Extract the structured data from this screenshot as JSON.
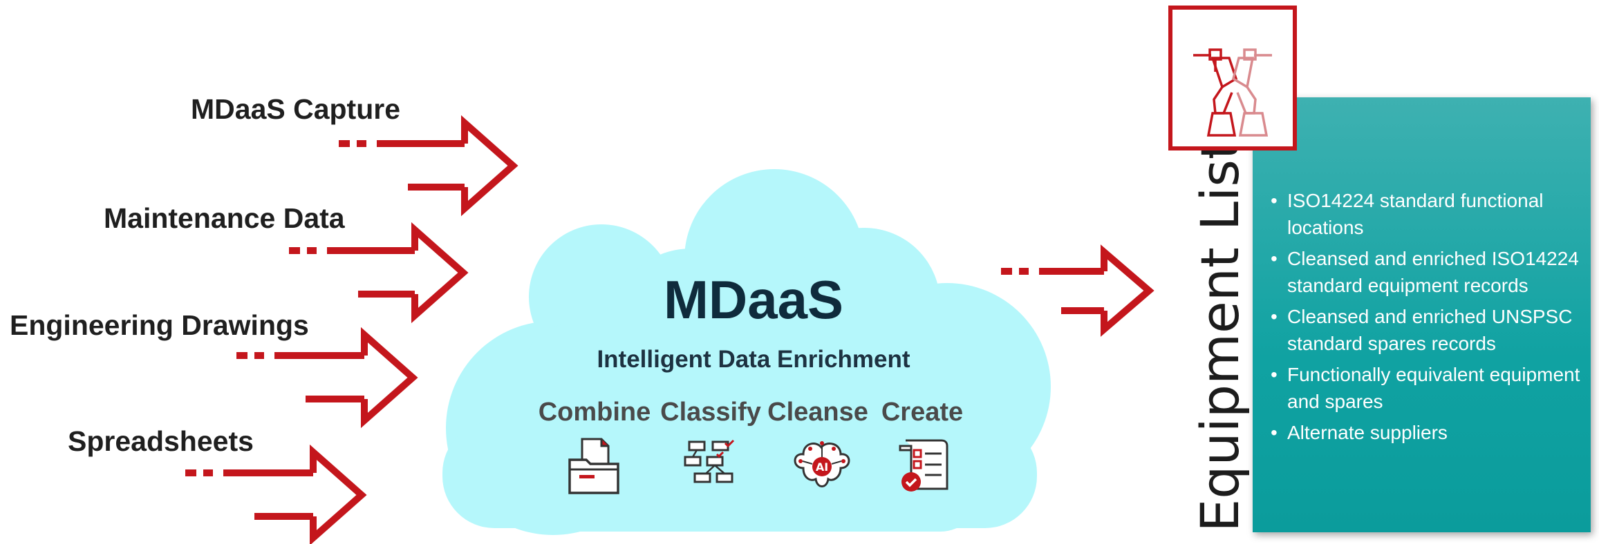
{
  "sources": [
    {
      "label": "MDaaS Capture"
    },
    {
      "label": "Maintenance Data"
    },
    {
      "label": "Engineering Drawings"
    },
    {
      "label": "Spreadsheets"
    }
  ],
  "cloud": {
    "title": "MDaaS",
    "subtitle": "Intelligent Data Enrichment",
    "steps": [
      {
        "label": "Combine",
        "icon": "folder-document-icon"
      },
      {
        "label": "Classify",
        "icon": "classification-flow-icon"
      },
      {
        "label": "Cleanse",
        "icon": "ai-brain-icon"
      },
      {
        "label": "Create",
        "icon": "checklist-icon"
      }
    ]
  },
  "output": {
    "title": "Equipment List",
    "icon": "robot-arms-icon",
    "bullets": [
      "ISO14224 standard functional locations",
      "Cleansed and enriched ISO14224 standard equipment records",
      "Cleansed and enriched UNSPSC standard spares records",
      "Functionally equivalent equipment and spares",
      "Alternate suppliers"
    ]
  },
  "colors": {
    "arrow": "#c4161c",
    "cloud": "#b5f7fb",
    "panel": "#0fa0a0",
    "title": "#0f2b3c"
  }
}
